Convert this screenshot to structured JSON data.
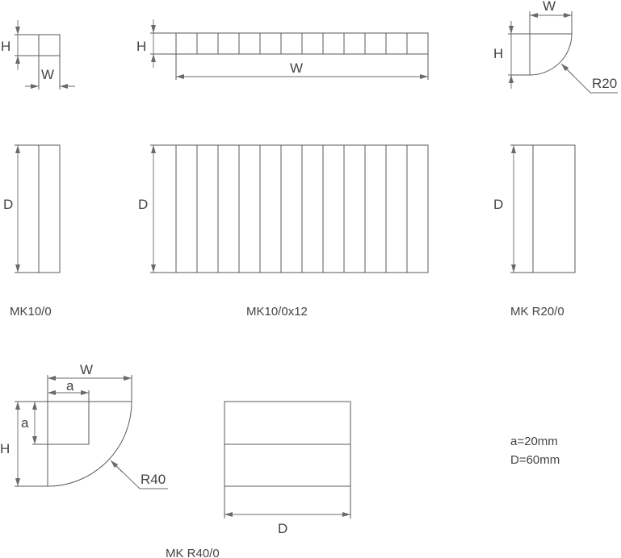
{
  "colors": {
    "line": "#5a5a5a",
    "text": "#444444"
  },
  "dims": {
    "H": "H",
    "W": "W",
    "D": "D",
    "a": "a",
    "R20": "R20",
    "R40": "R40"
  },
  "captions": {
    "mk10": "MK10/0",
    "mk10x12": "MK10/0x12",
    "mkr20": "MK R20/0",
    "mkr40": "MK R40/0"
  },
  "notes": {
    "a": "a=20mm",
    "D": "D=60mm"
  }
}
